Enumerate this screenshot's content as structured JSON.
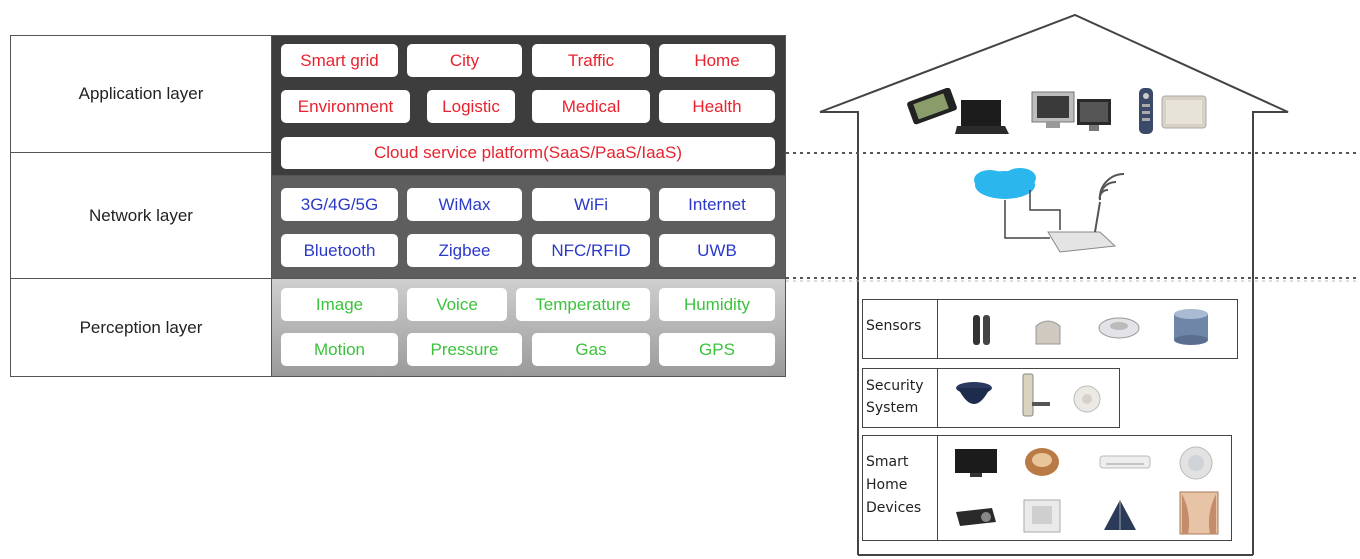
{
  "layers": [
    {
      "name": "Application layer",
      "chips": [
        [
          "Smart grid",
          "City",
          "Traffic",
          "Home"
        ],
        [
          "Environment",
          "Logistic",
          "Medical",
          "Health"
        ]
      ],
      "platform": "Cloud service platform(SaaS/PaaS/IaaS)"
    },
    {
      "name": "Network layer",
      "chips": [
        [
          "3G/4G/5G",
          "WiMax",
          "WiFi",
          "Internet"
        ],
        [
          "Bluetooth",
          "Zigbee",
          "NFC/RFID",
          "UWB"
        ]
      ]
    },
    {
      "name": "Perception layer",
      "chips": [
        [
          "Image",
          "Voice",
          "Temperature",
          "Humidity"
        ],
        [
          "Motion",
          "Pressure",
          "Gas",
          "GPS"
        ]
      ]
    }
  ],
  "colors": {
    "application": "#e8222e",
    "network": "#2b39c8",
    "perception": "#3cc23c"
  },
  "house": {
    "sensors_label": "Sensors",
    "security_label": [
      "Security",
      "System"
    ],
    "devices_label": [
      "Smart",
      "Home",
      "Devices"
    ],
    "top_icons": [
      "tablet-icon",
      "laptop-icon",
      "desktop-icon",
      "monitor-icon",
      "remote-icon",
      "speaker-icon"
    ],
    "network_icons": [
      "cloud-icon",
      "router-icon",
      "wifi-signal-icon"
    ],
    "sensor_icons": [
      "sensor-bars-icon",
      "sensor-cube-icon",
      "sensor-disc-icon",
      "sensor-cylinder-icon"
    ],
    "security_icons": [
      "camera-icon",
      "door-lock-icon",
      "smoke-detector-icon"
    ],
    "device_icons": [
      "tv-icon",
      "lamp-icon",
      "air-conditioner-icon",
      "ceiling-speaker-icon",
      "projector-icon",
      "vent-icon",
      "solar-panel-icon",
      "curtain-icon"
    ]
  }
}
